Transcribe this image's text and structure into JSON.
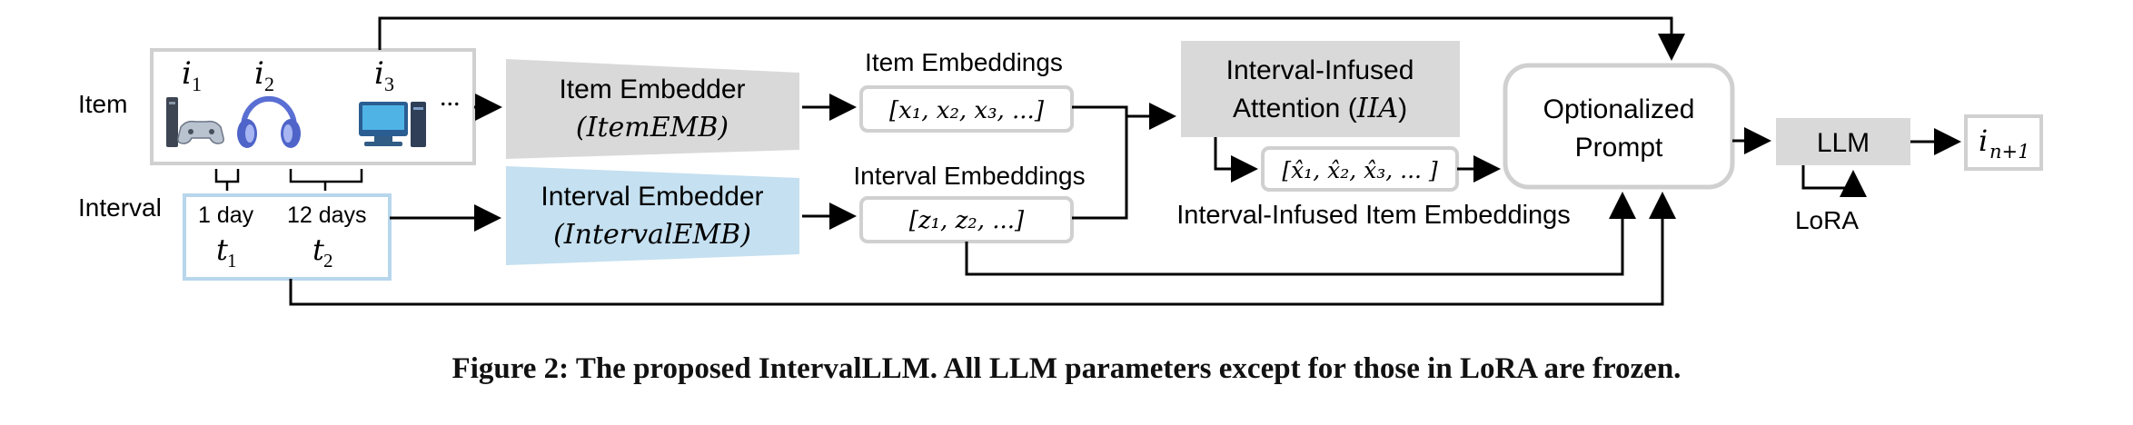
{
  "labels": {
    "item_row": "Item",
    "interval_row": "Interval",
    "ellipsis": "...",
    "item_symbols": [
      "i",
      "i",
      "i"
    ],
    "item_subscripts": [
      "1",
      "2",
      "3"
    ],
    "interval_days": [
      "1 day",
      "12 days"
    ],
    "interval_symbols": [
      "t",
      "t"
    ],
    "interval_subscripts": [
      "1",
      "2"
    ]
  },
  "item_embedder": {
    "line1": "Item Embedder",
    "line2": "(ItemEMB)"
  },
  "interval_embedder": {
    "line1": "Interval Embedder",
    "line2": "(IntervalEMB)"
  },
  "item_embeddings": {
    "title": "Item Embeddings",
    "value": "[x₁, x₂, x₃, ...]"
  },
  "interval_embeddings": {
    "title": "Interval Embeddings",
    "value": "[z₁, z₂, ...]"
  },
  "iia": {
    "line1": "Interval-Infused",
    "line2_prefix": "Attention (",
    "line2_math": "IIA",
    "line2_suffix": ")"
  },
  "infused_embeddings": {
    "value": "[x̂₁, x̂₂, x̂₃, ... ]",
    "title": "Interval-Infused Item Embeddings"
  },
  "prompt": {
    "line1": "Optionalized",
    "line2": "Prompt"
  },
  "llm": {
    "label": "LLM",
    "lora": "LoRA"
  },
  "output": {
    "symbol": "i",
    "subscript": "n+1"
  },
  "caption": "Figure 2: The proposed IntervalLLM. All LLM parameters except for those in LoRA are frozen.",
  "colors": {
    "gray_fill": "#d9d9d9",
    "blue_fill": "#c5e0f0",
    "box_border": "#d0d0d0",
    "blue_border": "#b8d6ec",
    "arrow": "#000000"
  }
}
